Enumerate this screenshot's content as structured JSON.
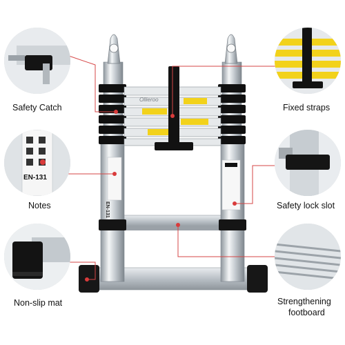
{
  "callouts": {
    "top_left": "Safety Catch",
    "top_right": "Fixed straps",
    "mid_left": "Notes",
    "mid_right": "Safety lock slot",
    "bottom_left": "Non-slip mat",
    "bottom_right_line1": "Strengthening",
    "bottom_right_line2": "footboard"
  },
  "product": {
    "brand_mark": "Ollieroo",
    "standard_badge": "EN-131",
    "standard_side": "EN-131"
  },
  "colors": {
    "connector_line": "#d64545",
    "connector_dot": "#d93b3b",
    "warning_yellow": "#f2d21b",
    "rubber_black": "#111111",
    "aluminum": "#c9ced3"
  },
  "icons": [
    "safety-catch-detail",
    "fixed-strap-detail",
    "notes-sticker-detail",
    "lock-slot-detail",
    "non-slip-foot-detail",
    "footboard-detail"
  ]
}
